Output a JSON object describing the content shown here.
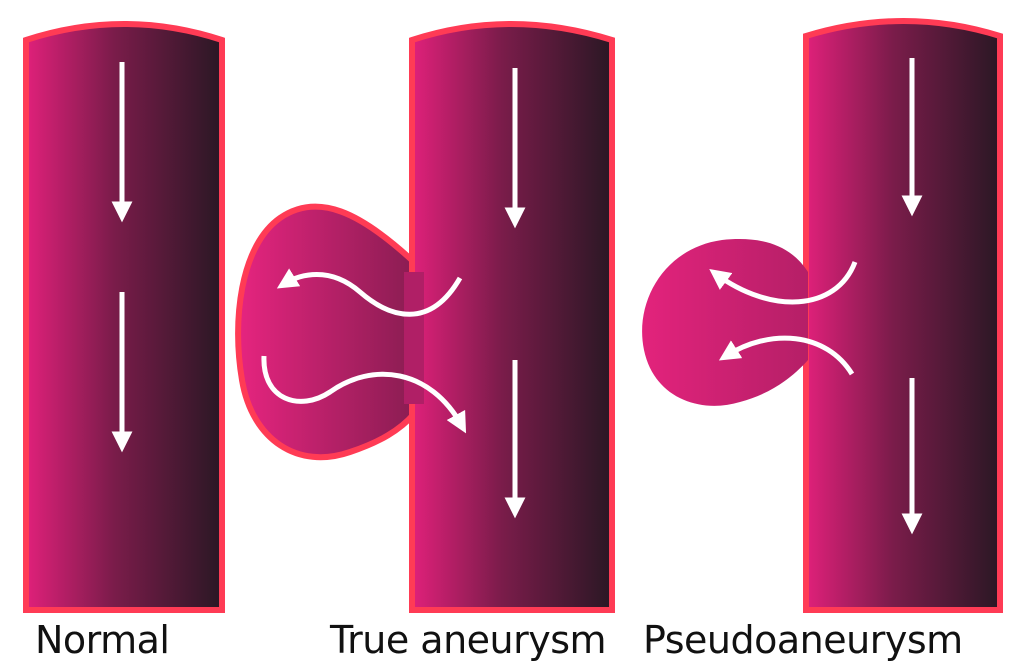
{
  "colors": {
    "vessel_light": "#e0207a",
    "vessel_mid": "#8a1d52",
    "vessel_dark": "#2a1724",
    "vessel_outline": "#ff3b55",
    "flow_arrow": "#ffffff"
  },
  "panels": [
    {
      "id": "normal",
      "label": "Normal"
    },
    {
      "id": "true-aneurysm",
      "label": "True aneurysm"
    },
    {
      "id": "pseudoaneurysm",
      "label": "Pseudoaneurysm"
    }
  ]
}
